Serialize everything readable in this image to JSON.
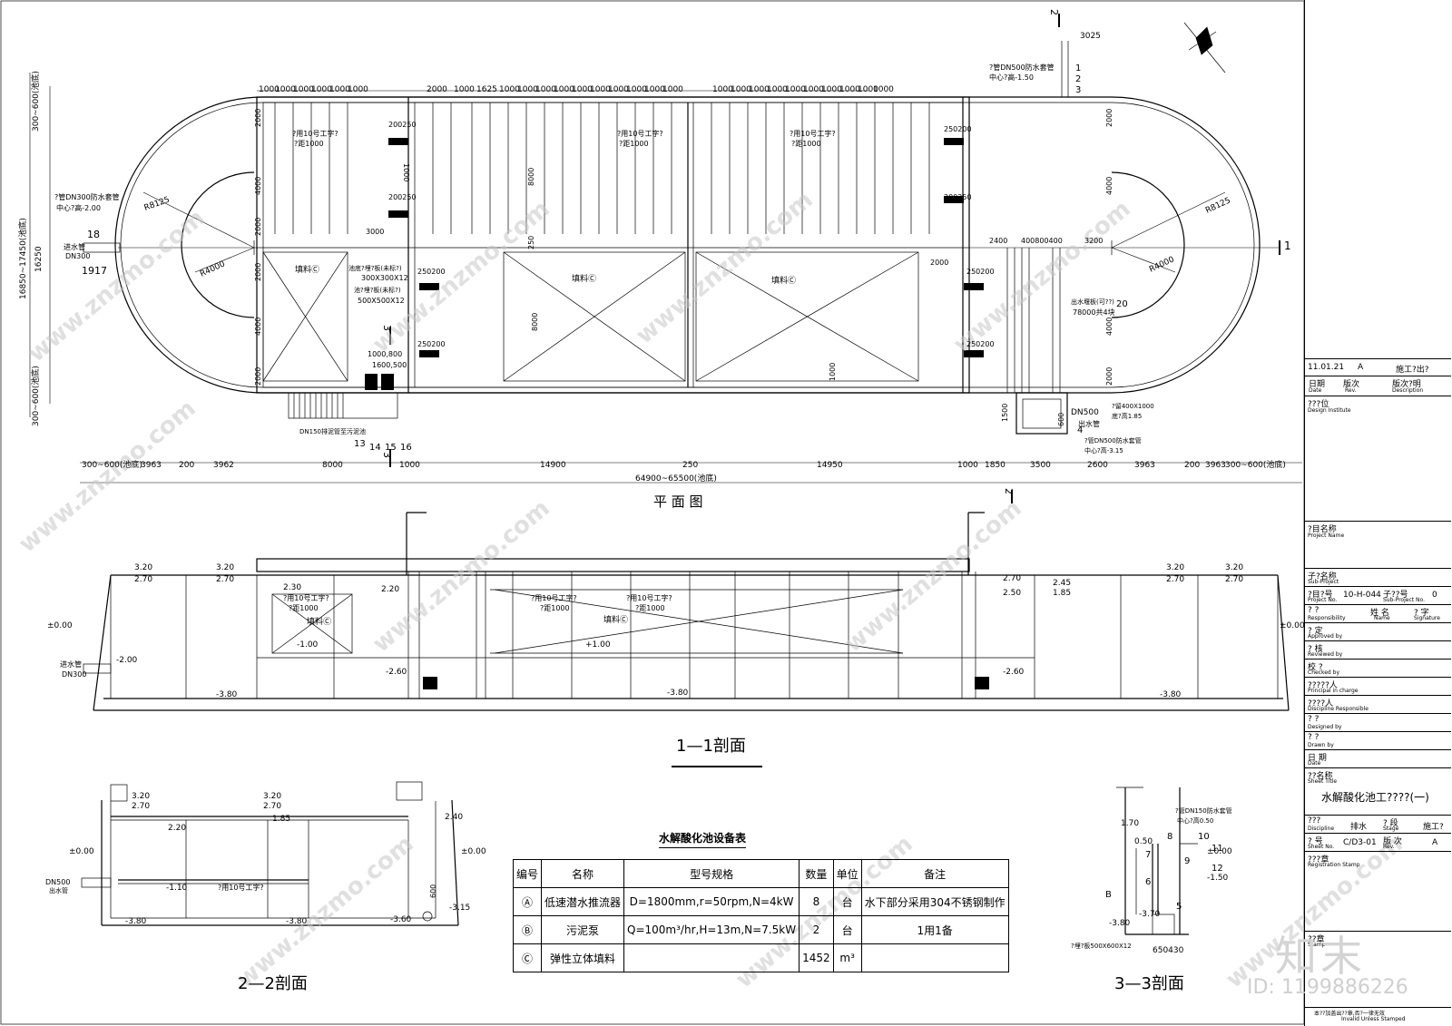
{
  "plan": {
    "title": "平 面 图",
    "top_dims": [
      "1000",
      "1000",
      "1000",
      "1000",
      "1000",
      "1000",
      "2000",
      "1000",
      "1625",
      "1000",
      "1000",
      "1000",
      "1000",
      "1000",
      "1000",
      "1000",
      "1000",
      "1000",
      "1000",
      "1000",
      "1000",
      "1000",
      "1000",
      "1000",
      "1000",
      "1000",
      "1000",
      "1000",
      "1000"
    ],
    "bottom_dims": [
      "300~600(池底)",
      "3963",
      "200",
      "3962",
      "8000",
      "1000",
      "14900",
      "250",
      "14950",
      "1000",
      "1850",
      "3500",
      "2600",
      "3963",
      "200",
      "3963",
      "300~600(池底)"
    ],
    "total_dim": "64900~65500(池底)",
    "left_dims": [
      "300~600(池底)",
      "16850~17450(池底)",
      "16250",
      "300~600(池底)"
    ],
    "radii": [
      "R8125",
      "R4000",
      "R8125",
      "R4000"
    ],
    "labels": {
      "dn300_pipe": "?管DN300防水套管",
      "dn300_center": "中心?高-2.00",
      "inlet": "进水管",
      "inlet_dn": "DN300",
      "dn500_pipe": "?管DN500防水套管",
      "dn500_center": "中心?高-1.50",
      "dim_3025": "3025",
      "filler1": "填料Ⓒ",
      "filler2": "填料Ⓒ",
      "filler3": "填料Ⓒ",
      "support1": "?用10号工字?",
      "support1b": "?距1000",
      "support2": "?用10号工字?",
      "support2b": "?距1000",
      "support3": "?用10号工字?",
      "support3b": "?距1000",
      "plate1": "池底?埋?板(未标?)",
      "plate1b": "300X300X12",
      "plate2": "池?埋?板(未标?)",
      "plate2b": "500X500X12",
      "dn150": "DN150排泥管至污泥池",
      "d1000_800": "1000,800",
      "d1600_500": "1600,500",
      "outlet_weir": "出水堰板(可??)",
      "outlet_weir_b": "78000共4块",
      "outlet_box": "?留400X1000",
      "outlet_box_b": "底?高1.85",
      "outlet_pipe": "出水管",
      "outlet_dn": "DN500",
      "dn500_2": "?管DN500防水套管",
      "dn500_2c": "中心?高-3.15",
      "d200_250_a": "200250",
      "d200_250_b": "200250",
      "d250_200_a": "250200",
      "d250_200_b": "250200",
      "d250_200_c": "250200",
      "d250_200_d": "250200",
      "d250_200_e": "250200",
      "d250_200_f": "250200",
      "d2400": "2400",
      "d400_800": "400800400",
      "d3200": "3200",
      "d1500": "1500",
      "d600": "600",
      "d2000": "2000",
      "d3000": "3000",
      "d8000a": "8000",
      "d8000b": "8000",
      "d1000a": "1000",
      "d1000b": "1000",
      "d250": "250",
      "d4000a": "4000",
      "d4000b": "4000",
      "d2000a": "2000",
      "d2000b": "2000",
      "d2000c": "2000",
      "d2000d": "2000",
      "d2000e": "2000",
      "d2000f": "2000",
      "d4000c": "4000",
      "d4000d": "4000",
      "sec1": "1",
      "sec1b": "1",
      "sec2": "2",
      "sec2b": "2",
      "sec3": "3",
      "sec3b": "3",
      "ballons_left": [
        "18",
        "19",
        "17"
      ],
      "ballons_top": [
        "1",
        "2",
        "3"
      ],
      "ballons_bottom": [
        "13",
        "14",
        "15",
        "16"
      ],
      "ballons_right": [
        "20",
        "4"
      ]
    }
  },
  "section11": {
    "title": "1—1剖面",
    "levels": [
      "3.20",
      "2.70",
      "3.20",
      "2.70",
      "2.30",
      "2.20",
      "2.70",
      "2.50",
      "2.45",
      "1.85",
      "3.20",
      "2.70",
      "3.20",
      "2.70",
      "±0.00",
      "±0.00",
      "-2.00",
      "-1.00",
      "+1.00",
      "-2.60",
      "-2.60",
      "-3.80",
      "-3.80",
      "-3.80"
    ],
    "labels": {
      "inlet": "进水管",
      "inlet_dn": "DN300",
      "filler1": "填料Ⓒ",
      "filler2": "填料Ⓒ",
      "support1": "?用10号工字?",
      "support1b": "?距1000",
      "support2": "?用10号工字?",
      "support2b": "?距1000",
      "support3": "?用10号工字?",
      "support3b": "?距1000"
    }
  },
  "section22": {
    "title": "2—2剖面",
    "levels": [
      "3.20",
      "2.70",
      "3.20",
      "2.70",
      "2.20",
      "1.85",
      "2.40",
      "±0.00",
      "±0.00",
      "-1.10",
      "-3.15",
      "-3.80",
      "-3.80",
      "-3.60"
    ],
    "labels": {
      "dn500": "DN500",
      "dn500b": "出水管",
      "support": "?用10号工字?",
      "d600": "600"
    }
  },
  "section33": {
    "title": "3—3剖面",
    "levels": [
      "0.50",
      "1.70",
      "±0.00",
      "-1.50",
      "-3.80",
      "-3.70"
    ],
    "labels": {
      "dn150": "?管DN150防水套管",
      "dn150c": "中心?高0.50",
      "plate": "?埋?板500X600X12",
      "d650": "650430",
      "balloons": [
        "8",
        "9",
        "10",
        "11",
        "12",
        "6",
        "7",
        "5",
        "B"
      ]
    }
  },
  "equipment_table": {
    "title": "水解酸化池设备表",
    "headers": [
      "编号",
      "名称",
      "型号规格",
      "数量",
      "单位",
      "备注"
    ],
    "rows": [
      {
        "id": "Ⓐ",
        "name": "低速潜水推流器",
        "spec": "D=1800mm,r=50rpm,N=4kW",
        "qty": "8",
        "unit": "台",
        "note": "水下部分采用304不锈钢制作"
      },
      {
        "id": "Ⓑ",
        "name": "污泥泵",
        "spec": "Q=100m³/hr,H=13m,N=7.5kW",
        "qty": "2",
        "unit": "台",
        "note": "1用1备"
      },
      {
        "id": "Ⓒ",
        "name": "弹性立体填料",
        "spec": "",
        "qty": "1452",
        "unit": "m³",
        "note": ""
      }
    ]
  },
  "title_block": {
    "rev_date": "11.01.21",
    "rev": "A",
    "rev_desc": "施工?出?",
    "date_label": "日期",
    "date_en": "Date",
    "rev_label": "版次",
    "rev_en": "Rev.",
    "desc_label": "版次?明",
    "desc_en": "Description",
    "design_inst": "???位",
    "design_inst_en": "Design Institute",
    "project_name": "?目名称",
    "project_name_en": "Project Name",
    "sub_project": "子?名称",
    "sub_project_en": "Sub-Project",
    "project_no": "?目?号",
    "project_no_en": "Project No.",
    "project_no_val": "10-H-044",
    "sub_no": "子??号",
    "sub_no_en": "Sub-Project No.",
    "sub_no_val": "0",
    "responsibility": "?  ?",
    "responsibility_en": "Responsibility",
    "name_col": "姓  名",
    "name_col_en": "Name",
    "sign_col": "?  字",
    "sign_col_en": "Signature",
    "approved": "?  定",
    "approved_en": "Approved by",
    "reviewed": "?  核",
    "reviewed_en": "Reviewed by",
    "checked": "校  ?",
    "checked_en": "Checked by",
    "principal": "?????人",
    "principal_en": "Principal in charge",
    "discipline_resp": "????人",
    "discipline_resp_en": "Discipline Responsible",
    "designed": "?  ?",
    "designed_en": "Designed by",
    "drawn": "?  ?",
    "drawn_en": "Drawn by",
    "date2": "日  期",
    "date2_en": "Date",
    "sheet_title_label": "??名称",
    "sheet_title_en": "Sheet Title",
    "sheet_title": "水解酸化池工????(一)",
    "discipline": "???",
    "discipline_en": "Discipline",
    "discipline_val": "排水",
    "stage": "?  段",
    "stage_en": "Stage",
    "stage_val": "施工?",
    "sheet_no": "?  号",
    "sheet_no_en": "Sheet No.",
    "sheet_no_val": "C/D3-01",
    "rev2": "版  次",
    "rev2_en": "Rev.",
    "rev2_val": "A",
    "reg_stamp": "???章",
    "reg_stamp_en": "Registration Stamp",
    "stamp": "??章",
    "stamp_en": "Stamp",
    "invalid": "本??加盖出??章,否?一律无效",
    "invalid_en": "Invalid Unless Stamped"
  },
  "watermark": {
    "text": "www.znzmo.com",
    "logo": "知末",
    "id": "ID: 1199886226"
  }
}
